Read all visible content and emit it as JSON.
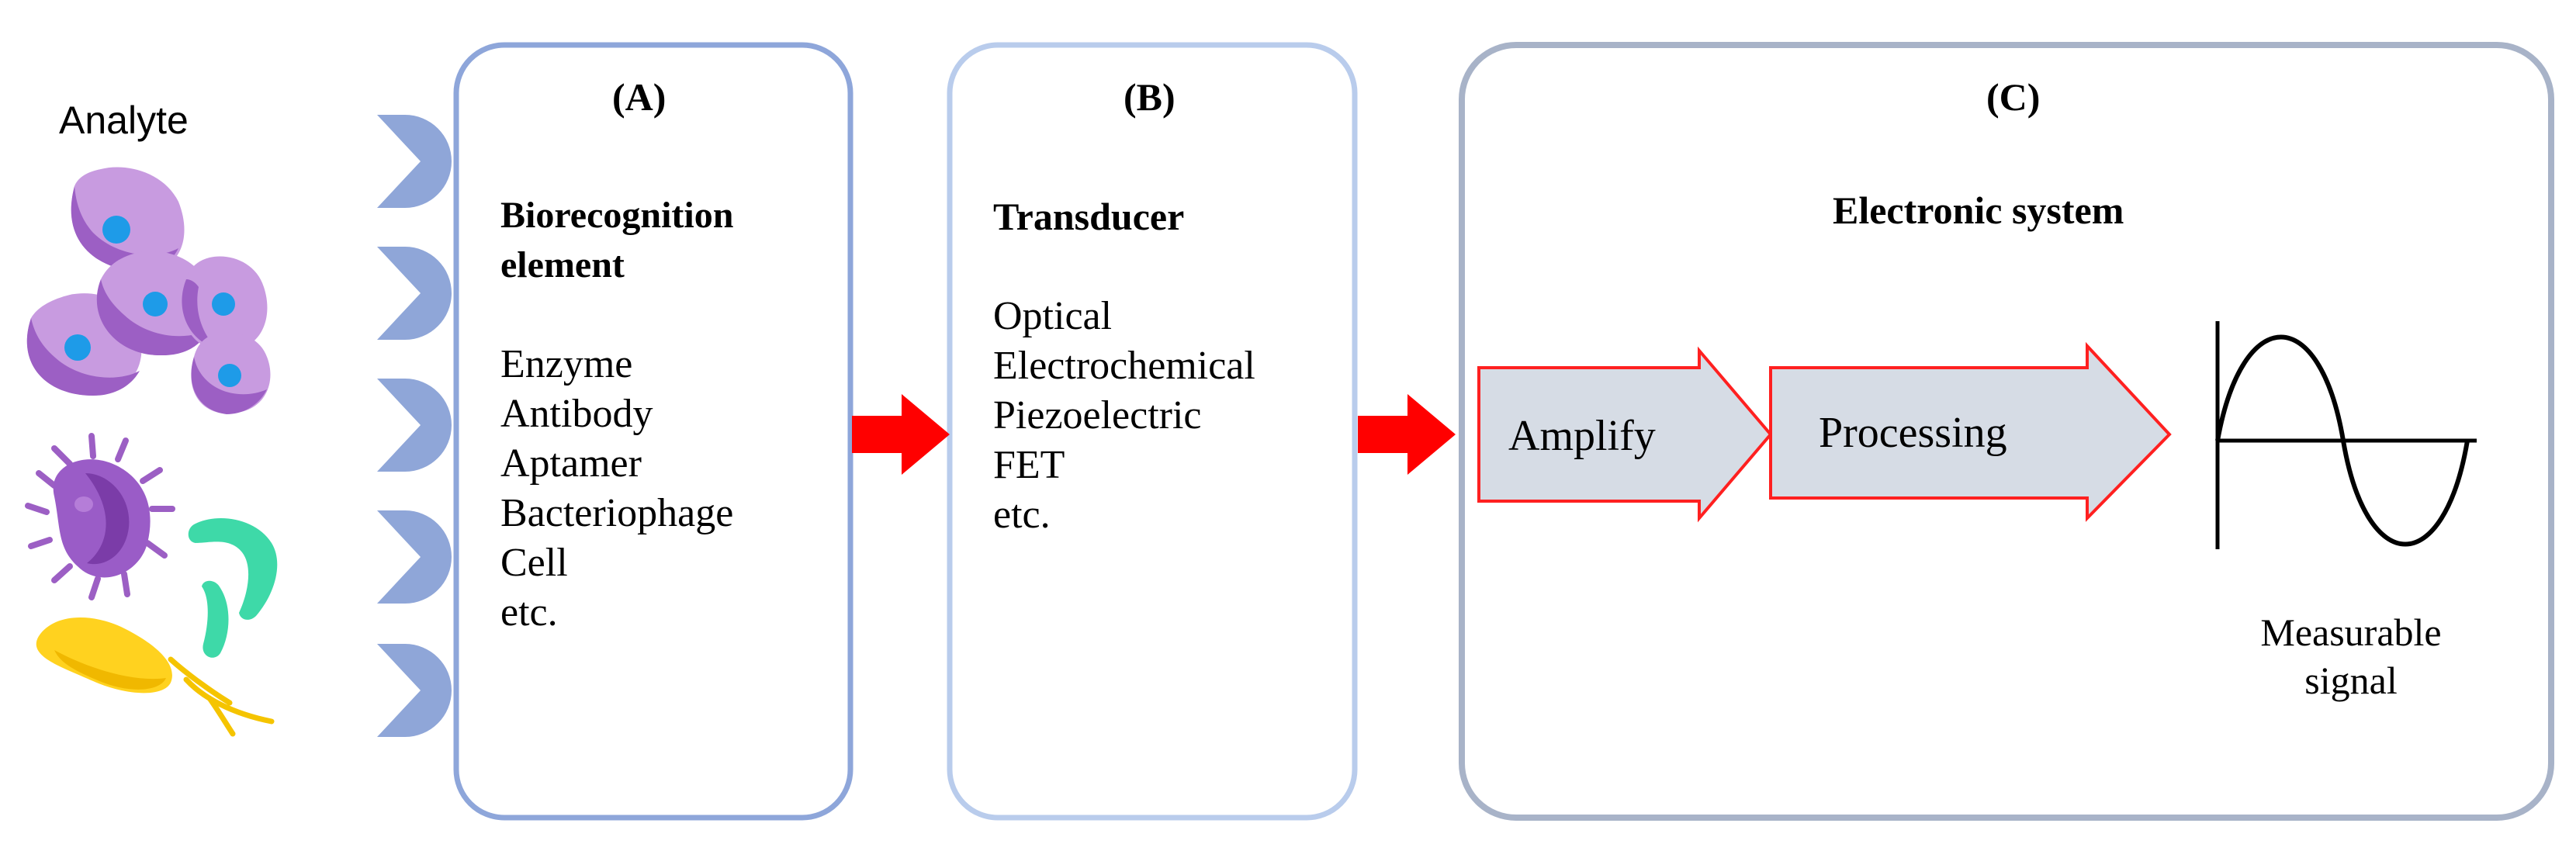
{
  "analyte": {
    "label": "Analyte"
  },
  "panel_a": {
    "letter": "(A)",
    "title": "Biorecognition\nelement",
    "title_lines": [
      "Biorecognition",
      "element"
    ],
    "items": [
      "Enzyme",
      "Antibody",
      "Aptamer",
      "Bacteriophage",
      "Cell",
      "etc."
    ]
  },
  "panel_b": {
    "letter": "(B)",
    "title": "Transducer",
    "items": [
      "Optical",
      "Electrochemical",
      "Piezoelectric",
      "FET",
      "etc."
    ]
  },
  "panel_c": {
    "letter": "(C)",
    "title": "Electronic system",
    "amplify_label": "Amplify",
    "processing_label": "Processing",
    "signal_label_lines": [
      "Measurable",
      "signal"
    ]
  },
  "colors": {
    "panel_a_border": "#8EA6DA",
    "panel_b_border": "#B9CCEC",
    "panel_c_border": "#A8B3C8",
    "receptor": "#8FA6D8",
    "flow_arrow": "#FF0000",
    "process_fill": "#D6DCE5",
    "process_stroke": "#FF2020"
  }
}
